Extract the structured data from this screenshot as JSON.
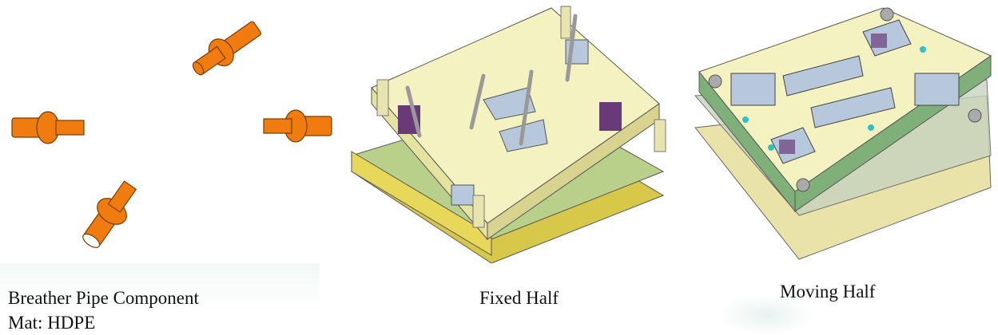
{
  "panels": [
    {
      "caption": "Breather Pipe Component",
      "subcaption": "Mat: HDPE"
    },
    {
      "caption": "Fixed Half"
    },
    {
      "caption": "Moving Half"
    }
  ],
  "colors": {
    "part": "#f07c10",
    "plate_yellow": "#f2efb4",
    "plate_green": "#9cc08a",
    "insert_purple": "#6a3a78",
    "steel_blue": "#b8c8dc"
  }
}
